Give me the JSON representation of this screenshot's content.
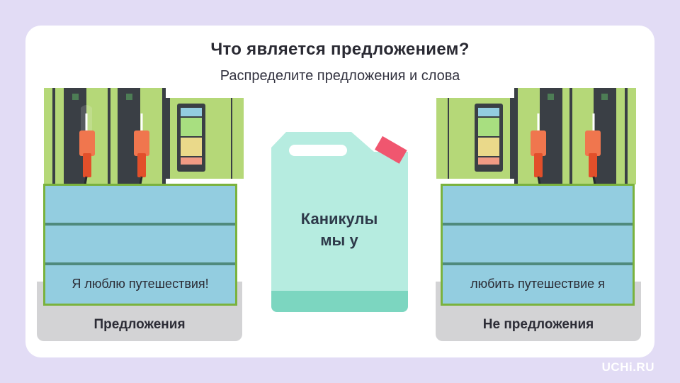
{
  "header": {
    "title": "Что является предложением?",
    "subtitle": "Распределите предложения и слова"
  },
  "left_station": {
    "label": "Предложения",
    "slots": [
      "",
      "",
      "Я люблю путешествия!"
    ]
  },
  "right_station": {
    "label": "Не предложения",
    "slots": [
      "",
      "",
      "любить путешествие я"
    ]
  },
  "canister": {
    "line1": "Каникулы",
    "line2": "мы у"
  },
  "branding": {
    "logo": "UCHi.RU"
  },
  "colors": {
    "background": "#e2dcf5",
    "card": "#ffffff",
    "pump_green": "#b5d878",
    "slot_fill": "#93cde0",
    "slot_border": "#7ab23e",
    "canister": "#b6ece0",
    "canister_cap": "#f0566f",
    "nozzle": "#f0764e"
  }
}
